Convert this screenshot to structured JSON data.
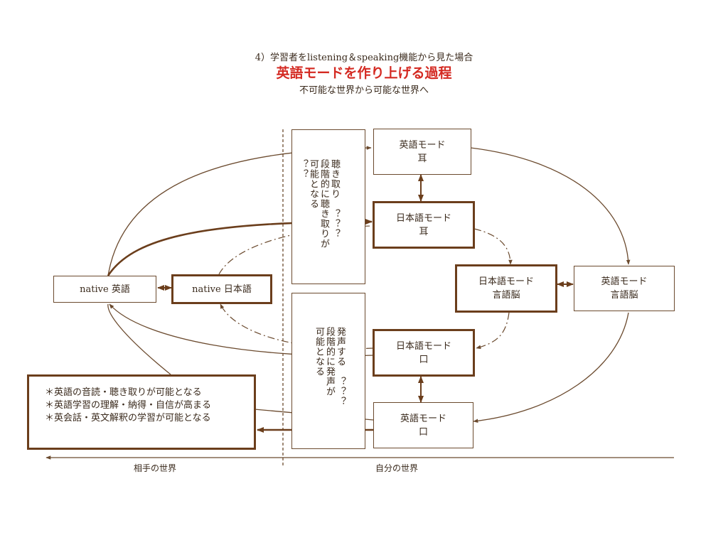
{
  "header": {
    "subtitle_top": "4）学習者をlistening＆speaking機能から見た場合",
    "title": "英語モードを作り上げる過程",
    "subtitle": "不可能な世界から可能な世界へ"
  },
  "nodes": {
    "eng_mode_ear": [
      "英語モード",
      "耳"
    ],
    "jp_mode_ear": [
      "日本語モード",
      "耳"
    ],
    "jp_mode_brain": [
      "日本語モード",
      "言語脳"
    ],
    "eng_mode_brain": [
      "英語モード",
      "言語脳"
    ],
    "jp_mode_mouth": [
      "日本語モード",
      "口"
    ],
    "eng_mode_mouth": [
      "英語モード",
      "口"
    ],
    "native_eng": "native 英語",
    "native_jp": "native 日本語"
  },
  "stages": {
    "listening": "聴き取り　？？？\n段階的に聴き取りが\n可能となる\n？？",
    "speaking": "発声する　？？？\n段階的に発声が\n可能となる"
  },
  "notes": [
    "＊英語の音読・聴き取りが可能となる",
    "＊英語学習の理解・納得・自信が高まる",
    "＊英会話・英文解釈の学習が可能となる"
  ],
  "worlds": {
    "other": "相手の世界",
    "self": "自分の世界"
  },
  "colors": {
    "line": "#6b4a2e",
    "thick_line": "#6b3e1c",
    "title": "#d42a22"
  }
}
